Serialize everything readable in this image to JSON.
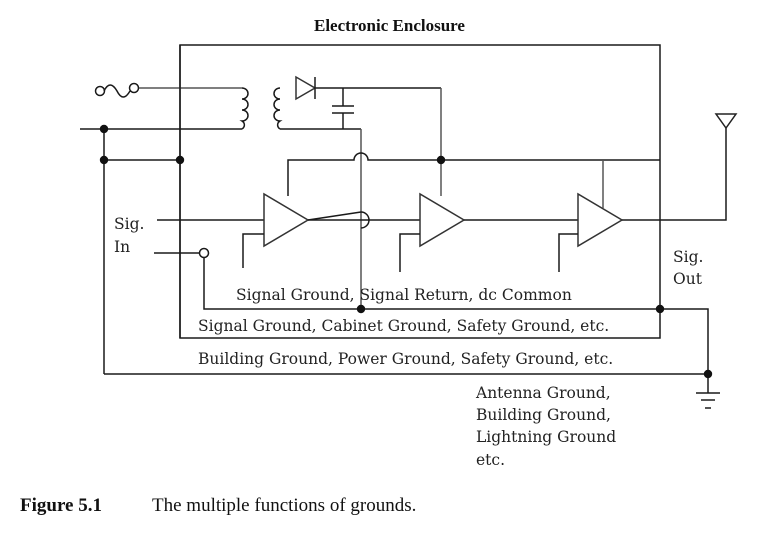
{
  "diagram": {
    "title": "Electronic Enclosure",
    "labels": {
      "sig_in_1": "Sig.",
      "sig_in_2": "In",
      "sig_out_1": "Sig.",
      "sig_out_2": "Out",
      "signal_ground_line": "Signal Ground, Signal Return, dc Common",
      "cabinet_ground_line": "Signal Ground, Cabinet Ground, Safety Ground, etc.",
      "building_ground_line": "Building Ground, Power Ground, Safety Ground, etc.",
      "earth_1": "Antenna Ground,",
      "earth_2": "Building Ground,",
      "earth_3": "Lightning Ground",
      "earth_4": "etc."
    },
    "components": [
      "ac-source",
      "transformer",
      "diode",
      "capacitor",
      "amplifier-1",
      "amplifier-2",
      "amplifier-3",
      "antenna",
      "earth-ground"
    ]
  },
  "caption": {
    "number": "Figure 5.1",
    "text": "The multiple functions of grounds."
  }
}
